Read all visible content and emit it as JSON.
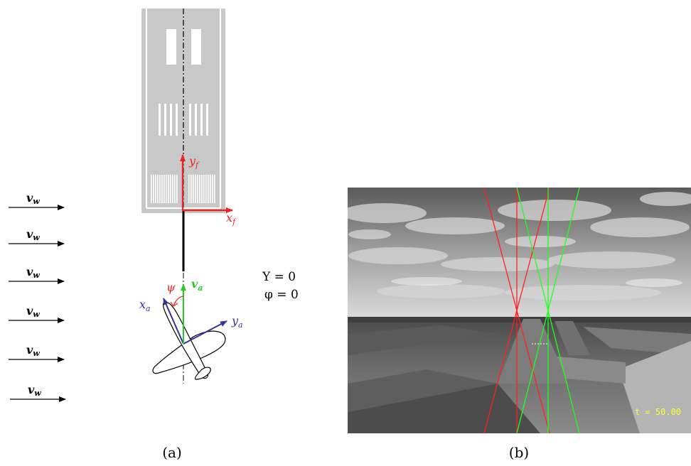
{
  "panel_a": {
    "caption": "(a)",
    "wind_label": "v",
    "wind_sub": "w",
    "wind_rows": 6,
    "runway_frame": {
      "x_label": "x",
      "x_sub": "f",
      "y_label": "y",
      "y_sub": "f"
    },
    "aircraft_frame": {
      "x_label": "x",
      "x_sub": "a",
      "y_label": "y",
      "y_sub": "a"
    },
    "velocity_label": "v",
    "velocity_sub": "a",
    "heading_label": "ψ",
    "conditions": [
      "Y = 0",
      "φ = 0"
    ],
    "colors": {
      "runway": "#c8c8c8",
      "frame": "#ee2222",
      "velocity": "#22cc22",
      "aircraft_axes": "#333399"
    }
  },
  "panel_b": {
    "caption": "(b)",
    "hud_time": "t = 50.00",
    "colors": {
      "red_lines": "#ff2020",
      "green_lines": "#20ff20",
      "hud": "#ffff33"
    }
  }
}
